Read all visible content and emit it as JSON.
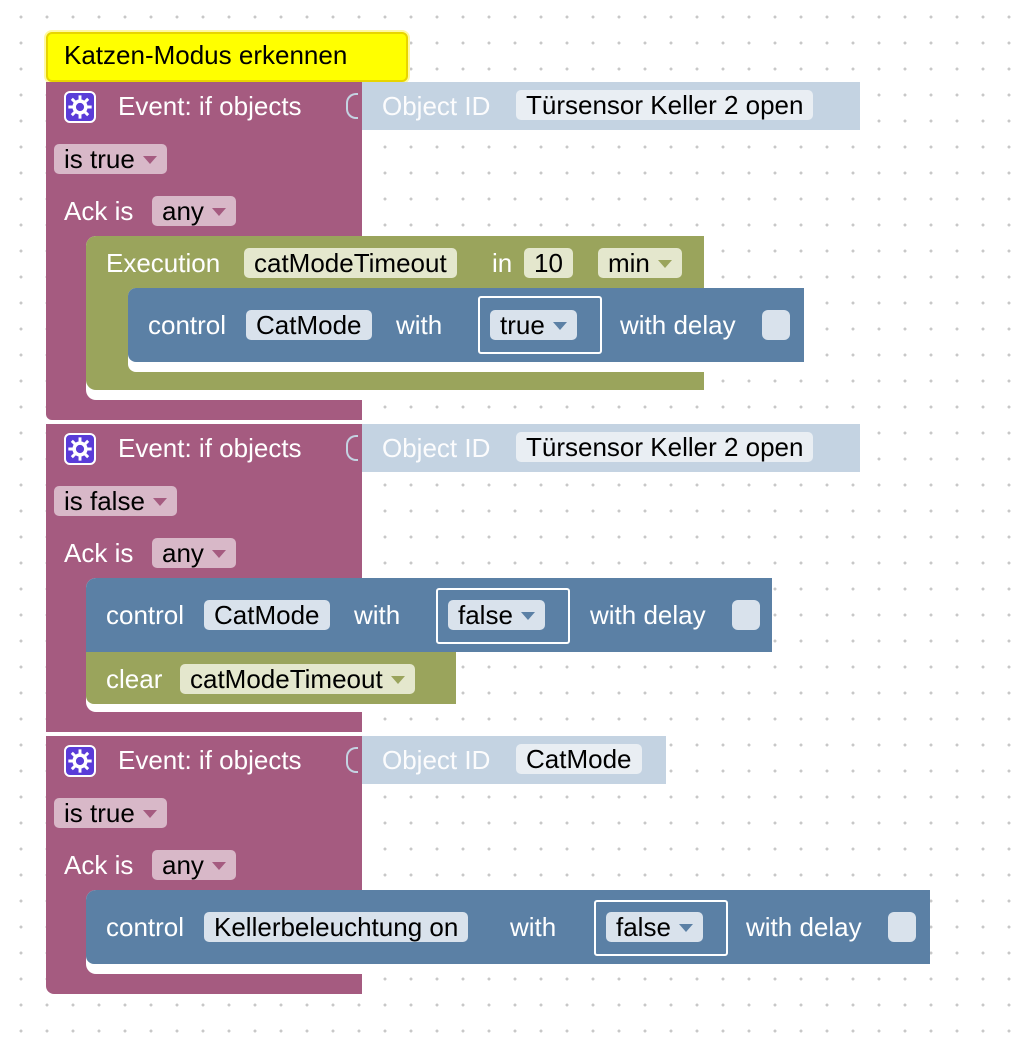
{
  "comment": "Katzen-Modus erkennen",
  "events": [
    {
      "title": "Event: if objects",
      "object_label": "Object ID",
      "object_value": "Türsensor Keller 2 open",
      "condition": "is true",
      "ack_label": "Ack is",
      "ack_value": "any",
      "execution": {
        "label": "Execution",
        "timer_name": "catModeTimeout",
        "in_label": "in",
        "value": "10",
        "unit": "min"
      },
      "control": {
        "label": "control",
        "target": "CatMode",
        "with_label": "with",
        "value": "true",
        "delay_label": "with delay"
      }
    },
    {
      "title": "Event: if objects",
      "object_label": "Object ID",
      "object_value": "Türsensor Keller 2 open",
      "condition": "is false",
      "ack_label": "Ack is",
      "ack_value": "any",
      "control": {
        "label": "control",
        "target": "CatMode",
        "with_label": "with",
        "value": "false",
        "delay_label": "with delay"
      },
      "clear": {
        "label": "clear",
        "timer_name": "catModeTimeout"
      }
    },
    {
      "title": "Event: if objects",
      "object_label": "Object ID",
      "object_value": "CatMode",
      "condition": "is true",
      "ack_label": "Ack is",
      "ack_value": "any",
      "control": {
        "label": "control",
        "target": "Kellerbeleuchtung on",
        "with_label": "with",
        "value": "false",
        "delay_label": "with delay"
      }
    }
  ],
  "colors": {
    "event_block": "#a55b80",
    "object_block": "#c4d3e2",
    "timer_block": "#9aa45c",
    "control_block": "#5b80a5",
    "comment": "#ffff00",
    "gear": "#5a3cd8"
  },
  "icons": {
    "event_settings": "gear-icon",
    "dropdown": "chevron-down-icon"
  }
}
